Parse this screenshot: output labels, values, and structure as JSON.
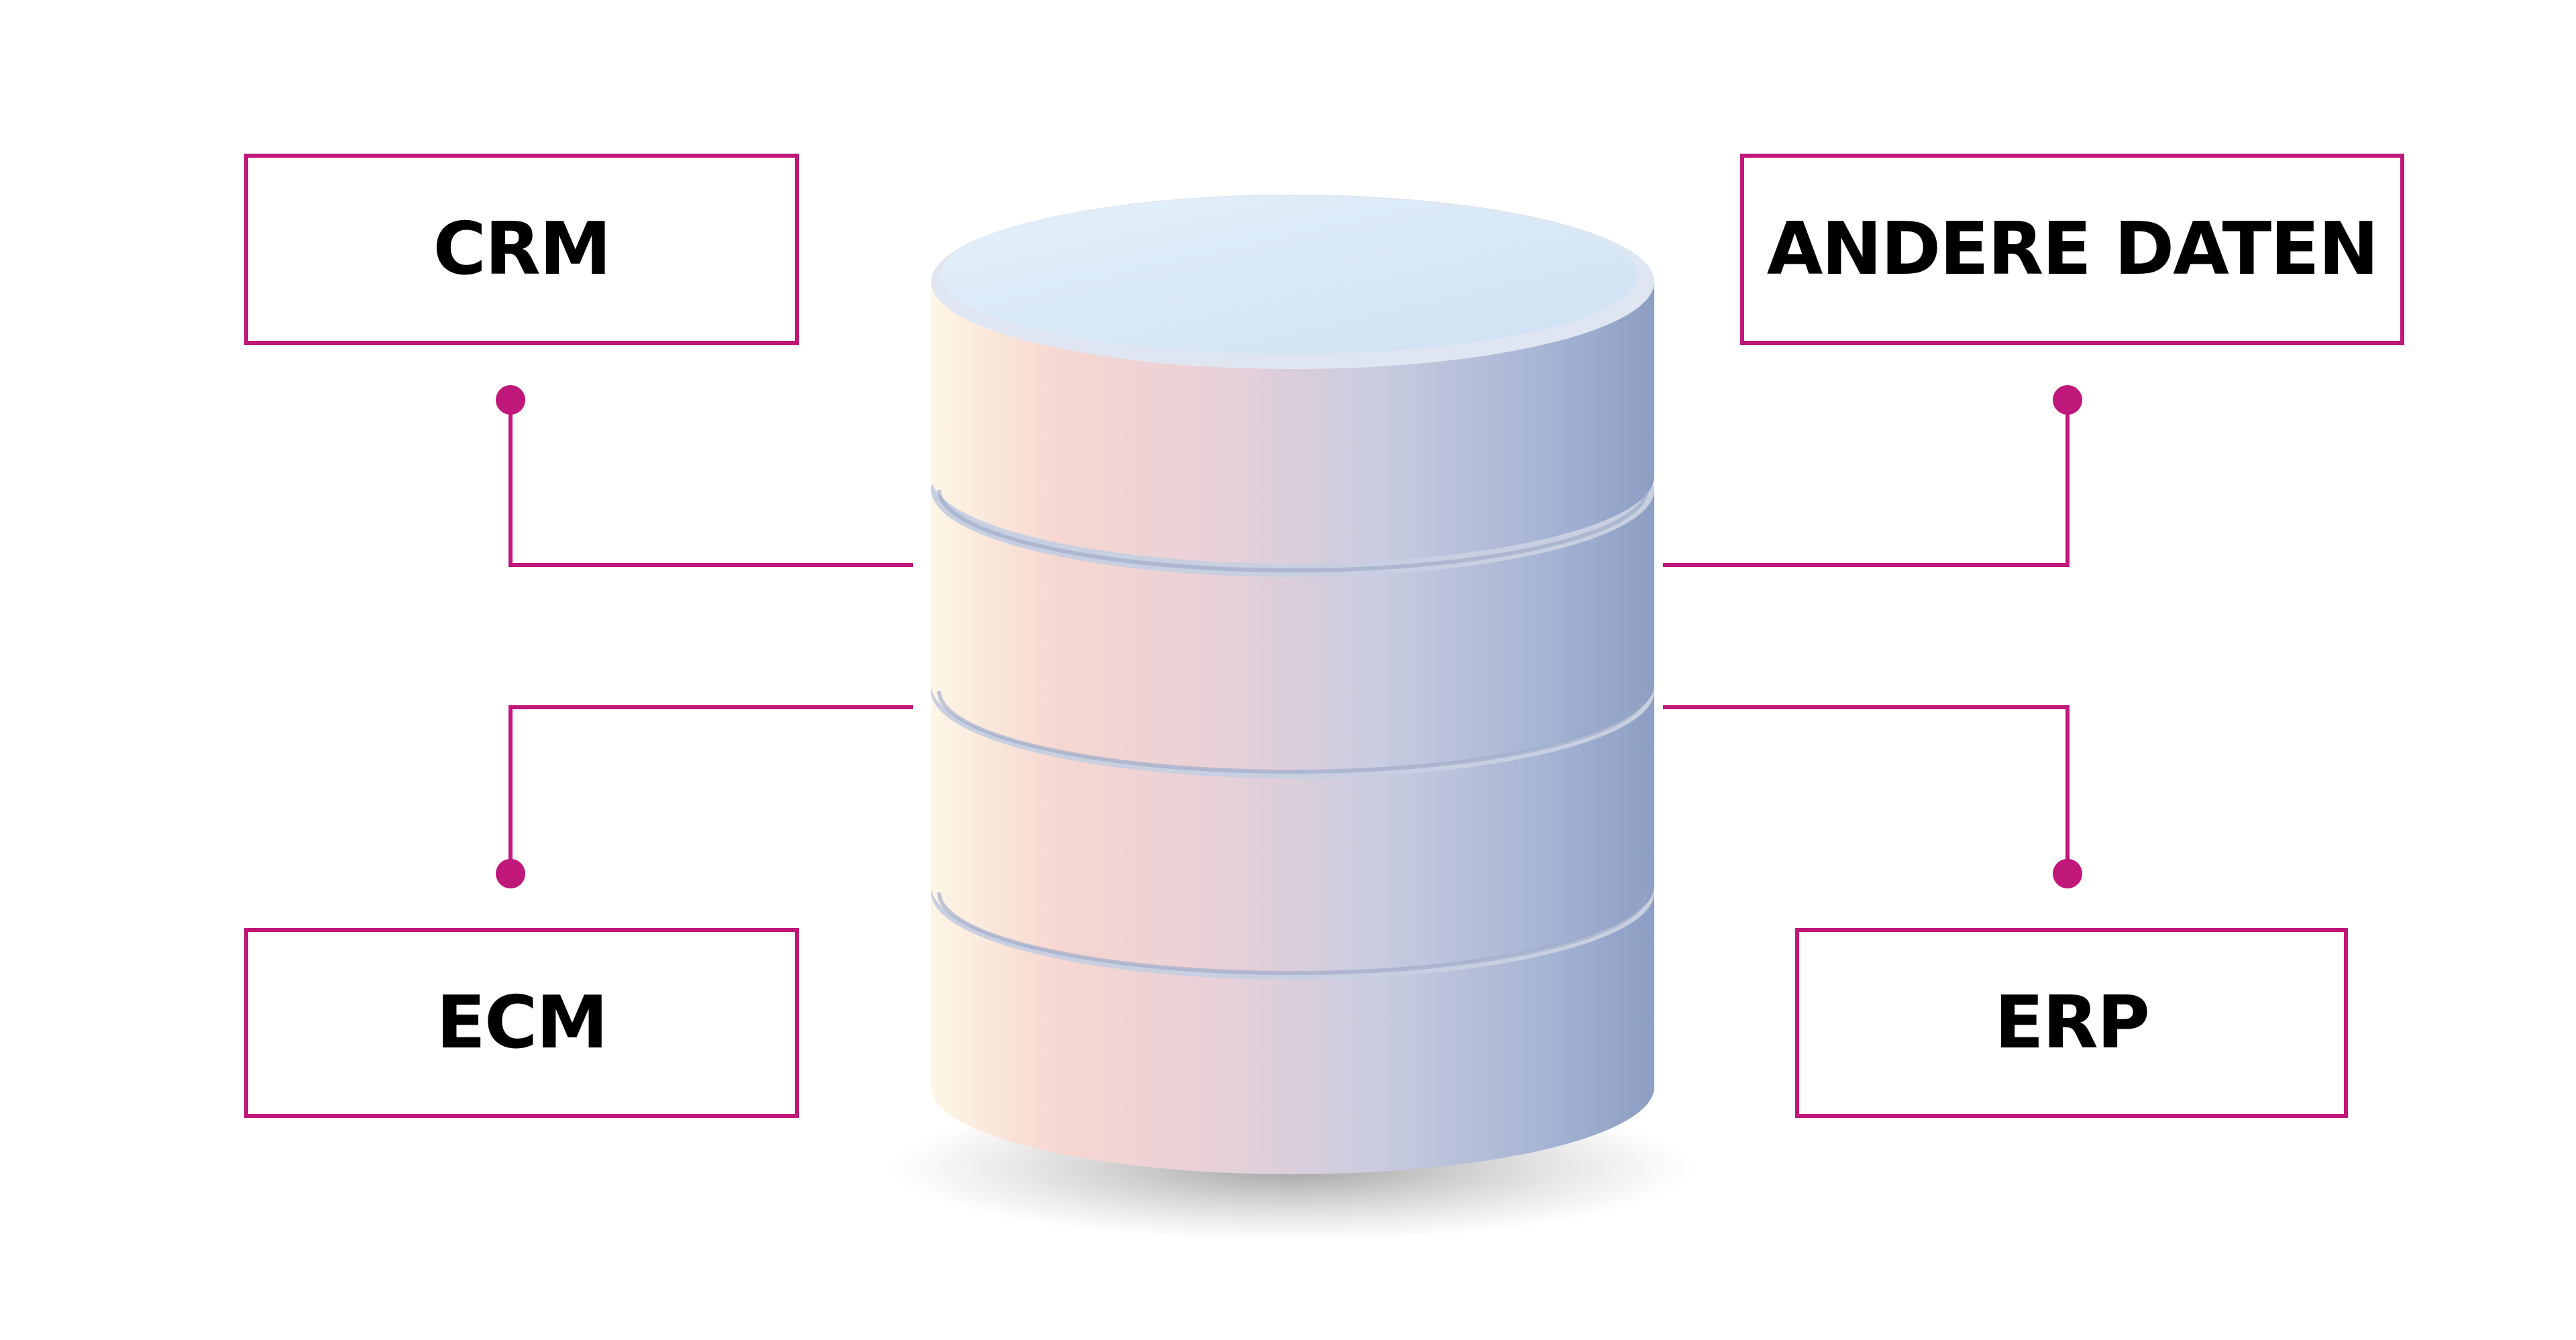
{
  "labels": {
    "crm": "CRM",
    "other_data": "ANDERE DATEN",
    "ecm": "ECM",
    "erp": "ERP"
  },
  "colors": {
    "accent": "#c0177a",
    "text": "#000000"
  },
  "center_icon": "database-icon"
}
